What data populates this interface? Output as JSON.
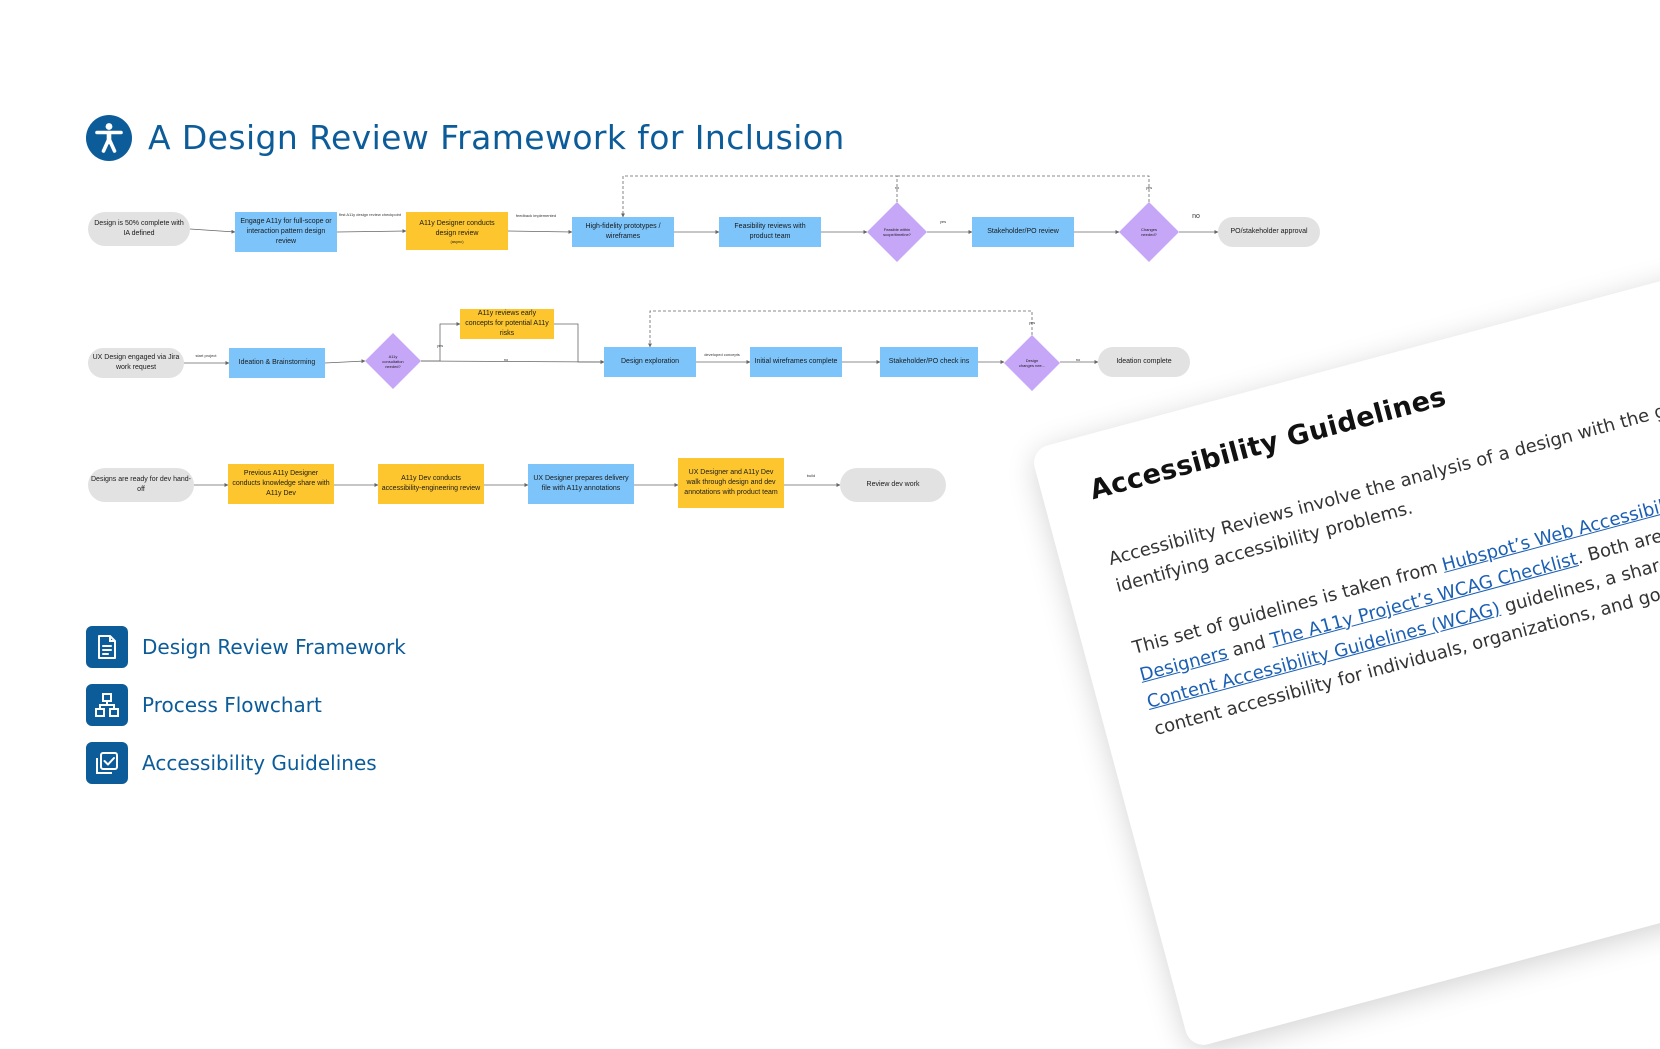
{
  "header": {
    "title": "A Design Review Framework for Inclusion",
    "icon": "accessibility-icon",
    "accent": "#0d5c9a"
  },
  "colors": {
    "start": "#e2e2e2",
    "blue": "#7cc4fa",
    "yellow": "#fdc62e",
    "purple": "#c6a6f7",
    "line": "#666666",
    "accent": "#0d5c9a"
  },
  "flow": {
    "row1": {
      "nodes": [
        {
          "id": "r1n1",
          "text": "Design is 50% complete with IA defined"
        },
        {
          "id": "r1n2",
          "text": "Engage A11y for full-scope or interaction pattern design review"
        },
        {
          "id": "r1n3",
          "text": "A11y Designer conducts design review",
          "sub": "(async)"
        },
        {
          "id": "r1n4",
          "text": "High-fidelity prototypes / wireframes"
        },
        {
          "id": "r1n5",
          "text": "Feasibility reviews with product team"
        },
        {
          "id": "r1n6",
          "text": "Feasible within scope/timeline?"
        },
        {
          "id": "r1n7",
          "text": "Stakeholder/PO review"
        },
        {
          "id": "r1n8",
          "text": "Changes needed?"
        },
        {
          "id": "r1n9",
          "text": "PO/stakeholder approval"
        }
      ],
      "labels": {
        "e2": "first A11y design review checkpoint",
        "e3": "feedback implemented",
        "e6_no": "no",
        "e6_yes": "yes",
        "e8_yes": "yes",
        "e8_no": "no"
      }
    },
    "row2": {
      "nodes": [
        {
          "id": "r2n1",
          "text": "UX Design engaged via Jira work request"
        },
        {
          "id": "r2n2",
          "text": "Ideation & Brainstorming"
        },
        {
          "id": "r2n3",
          "text": "A11y consultation needed?"
        },
        {
          "id": "r2n4",
          "text": "A11y reviews early concepts for potential A11y risks"
        },
        {
          "id": "r2n5",
          "text": "Design exploration"
        },
        {
          "id": "r2n6",
          "text": "Initial wireframes complete"
        },
        {
          "id": "r2n7",
          "text": "Stakeholder/PO check ins"
        },
        {
          "id": "r2n8",
          "text": "Design changes nee..."
        },
        {
          "id": "r2n9",
          "text": "Ideation complete"
        }
      ],
      "labels": {
        "e1": "start project",
        "e3_yes": "yes",
        "e3_no": "no",
        "e5": "developed concepts",
        "e8_yes": "yes",
        "e8_no": "no"
      }
    },
    "row3": {
      "nodes": [
        {
          "id": "r3n1",
          "text": "Designs are ready for dev hand-off"
        },
        {
          "id": "r3n2",
          "text": "Previous A11y Designer conducts knowledge share with A11y Dev"
        },
        {
          "id": "r3n3",
          "text": "A11y Dev conducts accessibility-engineering review"
        },
        {
          "id": "r3n4",
          "text": "UX Designer prepares delivery file with A11y annotations"
        },
        {
          "id": "r3n5",
          "text": "UX Designer and A11y Dev walk through design and dev annotations with product team"
        },
        {
          "id": "r3n6",
          "text": "Review dev work"
        }
      ],
      "labels": {
        "e5": "build"
      }
    }
  },
  "links": [
    {
      "label": "Design Review Framework",
      "icon": "document-icon"
    },
    {
      "label": "Process Flowchart",
      "icon": "flowchart-icon"
    },
    {
      "label": "Accessibility Guidelines",
      "icon": "checklist-icon"
    }
  ],
  "card": {
    "heading": "Accessibility Guidelines",
    "p1": "Accessibility Reviews involve the analysis of a design with the goal of identifying accessibility problems.",
    "p2_pre": "This set of guidelines is taken from ",
    "link1": "Hubspot’s Web Accessibility Checklist for Designers",
    "p2_mid": " and ",
    "link2": "The A11y Project’s WCAG Checklist",
    "p2_post1": ". Both are based on the ",
    "link3": "Web Content Accessibility Guidelines (WCAG)",
    "p2_post2": " guidelines, a shared standard for web content accessibility for individuals, organizations, and governments."
  }
}
